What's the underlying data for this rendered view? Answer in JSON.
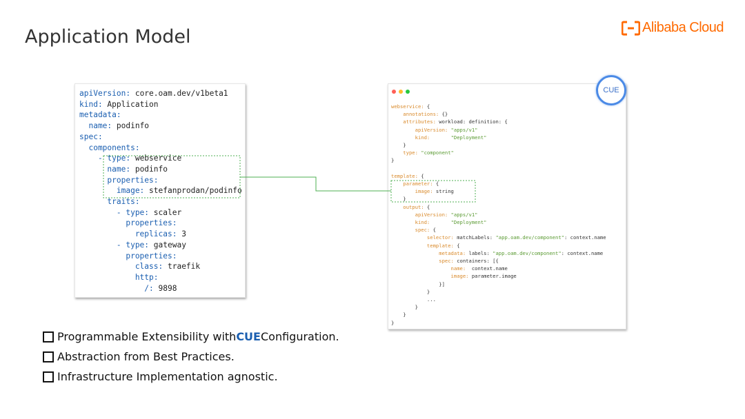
{
  "title": "Application Model",
  "brand": {
    "name": "Alibaba Cloud",
    "color": "#ff6a00"
  },
  "yaml_lines": [
    {
      "key": "apiVersion:",
      "value": " core.oam.dev/v1beta1"
    },
    {
      "key": "kind:",
      "value": " Application"
    },
    {
      "key": "metadata:",
      "value": ""
    },
    {
      "key": "  name:",
      "value": " podinfo"
    },
    {
      "key": "spec:",
      "value": ""
    },
    {
      "key": "  components:",
      "value": ""
    },
    {
      "key": "    - type:",
      "value": " webservice"
    },
    {
      "key": "      name:",
      "value": " podinfo"
    },
    {
      "key": "      properties:",
      "value": ""
    },
    {
      "key": "        image:",
      "value": " stefanprodan/podinfo"
    },
    {
      "key": "      traits:",
      "value": ""
    },
    {
      "key": "        - type:",
      "value": " scaler"
    },
    {
      "key": "          properties:",
      "value": ""
    },
    {
      "key": "            replicas:",
      "value": " 3"
    },
    {
      "key": "        - type:",
      "value": " gateway"
    },
    {
      "key": "          properties:",
      "value": ""
    },
    {
      "key": "            class:",
      "value": " traefik"
    },
    {
      "key": "            http:",
      "value": ""
    },
    {
      "key": "              /:",
      "value": " 9898"
    }
  ],
  "cue_badge": "CUE",
  "cue_lines": [
    {
      "k": "webservice:",
      "v": " {",
      "s": ""
    },
    {
      "k": "    annotations:",
      "v": " {}",
      "s": ""
    },
    {
      "k": "    attributes:",
      "v": " workload: definition: {",
      "s": ""
    },
    {
      "k": "        apiVersion:",
      "v": " ",
      "s": "\"apps/v1\""
    },
    {
      "k": "        kind:",
      "v": "       ",
      "s": "\"Deployment\""
    },
    {
      "k": "",
      "v": "    }",
      "s": ""
    },
    {
      "k": "    type:",
      "v": " ",
      "s": "\"component\""
    },
    {
      "k": "",
      "v": "}",
      "s": ""
    },
    {
      "k": "",
      "v": "",
      "s": ""
    },
    {
      "k": "template:",
      "v": " {",
      "s": ""
    },
    {
      "k": "    parameter:",
      "v": " {",
      "s": ""
    },
    {
      "k": "        image:",
      "v": " string",
      "s": ""
    },
    {
      "k": "",
      "v": "    }",
      "s": ""
    },
    {
      "k": "    output:",
      "v": " {",
      "s": ""
    },
    {
      "k": "        apiVersion:",
      "v": " ",
      "s": "\"apps/v1\""
    },
    {
      "k": "        kind:",
      "v": "       ",
      "s": "\"Deployment\""
    },
    {
      "k": "        spec:",
      "v": " {",
      "s": ""
    },
    {
      "k": "            selector:",
      "v": " matchLabels: ",
      "s": "\"app.oam.dev/component\"",
      "t": ": context.name"
    },
    {
      "k": "            template:",
      "v": " {",
      "s": ""
    },
    {
      "k": "                metadata:",
      "v": " labels: ",
      "s": "\"app.oam.dev/component\"",
      "t": ": context.name"
    },
    {
      "k": "                spec:",
      "v": " containers: [{",
      "s": ""
    },
    {
      "k": "                    name:",
      "v": "  context.name",
      "s": ""
    },
    {
      "k": "                    image:",
      "v": " parameter.image",
      "s": ""
    },
    {
      "k": "",
      "v": "                }]",
      "s": ""
    },
    {
      "k": "",
      "v": "            }",
      "s": ""
    },
    {
      "k": "",
      "v": "            ...",
      "s": ""
    },
    {
      "k": "",
      "v": "        }",
      "s": ""
    },
    {
      "k": "",
      "v": "    }",
      "s": ""
    },
    {
      "k": "",
      "v": "}",
      "s": ""
    }
  ],
  "bullets": [
    {
      "before": "Programmable Extensibility with ",
      "highlight": "CUE",
      "after": " Configuration."
    },
    {
      "before": "Abstraction from Best Practices.",
      "highlight": "",
      "after": ""
    },
    {
      "before": "Infrastructure Implementation agnostic.",
      "highlight": "",
      "after": ""
    }
  ],
  "colors": {
    "yaml_key": "#1a5eb0",
    "cue_key": "#d98a2b",
    "cue_string": "#5a9a32",
    "connector": "#4caf50",
    "badge_ring": "#4b8ae6"
  }
}
